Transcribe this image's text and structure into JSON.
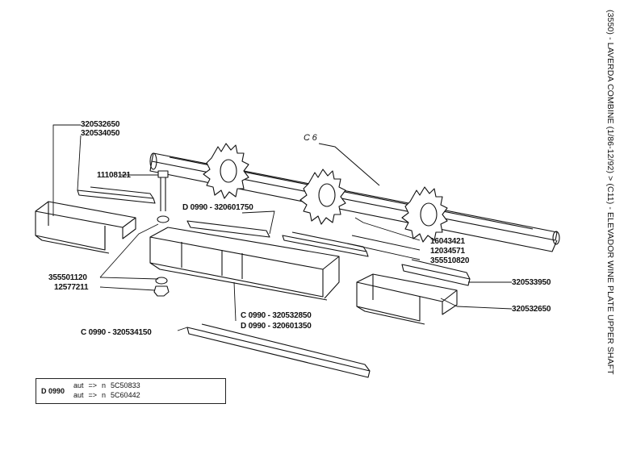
{
  "title": "(3550) - LAVERDA COMBINE (1/86-12/92) > (C11) - ELEVADOR WINE PLATE UPPER SHAFT",
  "group_label": "C 6",
  "labels": {
    "p1": "320532650",
    "p2": "320534050",
    "p3": "11108121",
    "p4": "D 0990 - 320601750",
    "p5": "16043421",
    "p6": "12034571",
    "p7": "355510820",
    "p8": "320533950",
    "p9": "320532650",
    "p10": "355501120",
    "p11": "12577211",
    "p12": "C 0990 - 320532850",
    "p13": "D 0990 - 320601350",
    "p14": "C 0990 - 320534150"
  },
  "legend": {
    "code": "D 0990",
    "rows": [
      {
        "aut": "aut",
        "arrow": "=>",
        "n": "n",
        "value": "5C50833"
      },
      {
        "aut": "aut",
        "arrow": "=>",
        "n": "n",
        "value": "5C60442"
      }
    ]
  }
}
